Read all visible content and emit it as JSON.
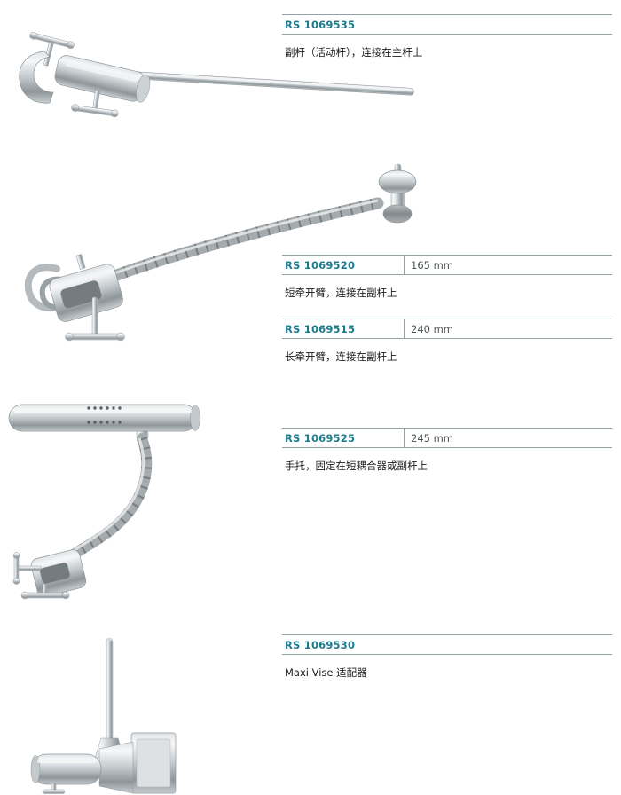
{
  "colors": {
    "accent_teal": "#1c7b8e",
    "rule_gray": "#94a1a5",
    "description_text": "#1c1c1c",
    "dimension_text": "#4d5356",
    "background": "#ffffff"
  },
  "products": [
    {
      "id": "aux-rod",
      "part_number": "RS 1069535",
      "dimension": "",
      "description": "副杆（活动杆），连接在主杆上",
      "image": "clamp-with-long-rod"
    },
    {
      "id": "short-retractor-arm",
      "part_number": "RS 1069520",
      "dimension": "165 mm",
      "description": "短牵开臂，连接在副杆上",
      "image": "flexible-retractor-arm"
    },
    {
      "id": "long-retractor-arm",
      "part_number": "RS 1069515",
      "dimension": "240 mm",
      "description": "长牵开臂，连接在副杆上",
      "image": "flexible-retractor-arm"
    },
    {
      "id": "hand-rest",
      "part_number": "RS 1069525",
      "dimension": "245 mm",
      "description": "手托，固定在短耦合器或副杆上",
      "image": "hand-rest-with-flexible-arm"
    },
    {
      "id": "maxi-vise-adapter",
      "part_number": "RS 1069530",
      "dimension": "",
      "description": "Maxi Vise 适配器",
      "image": "maxi-vise-adapter"
    }
  ]
}
